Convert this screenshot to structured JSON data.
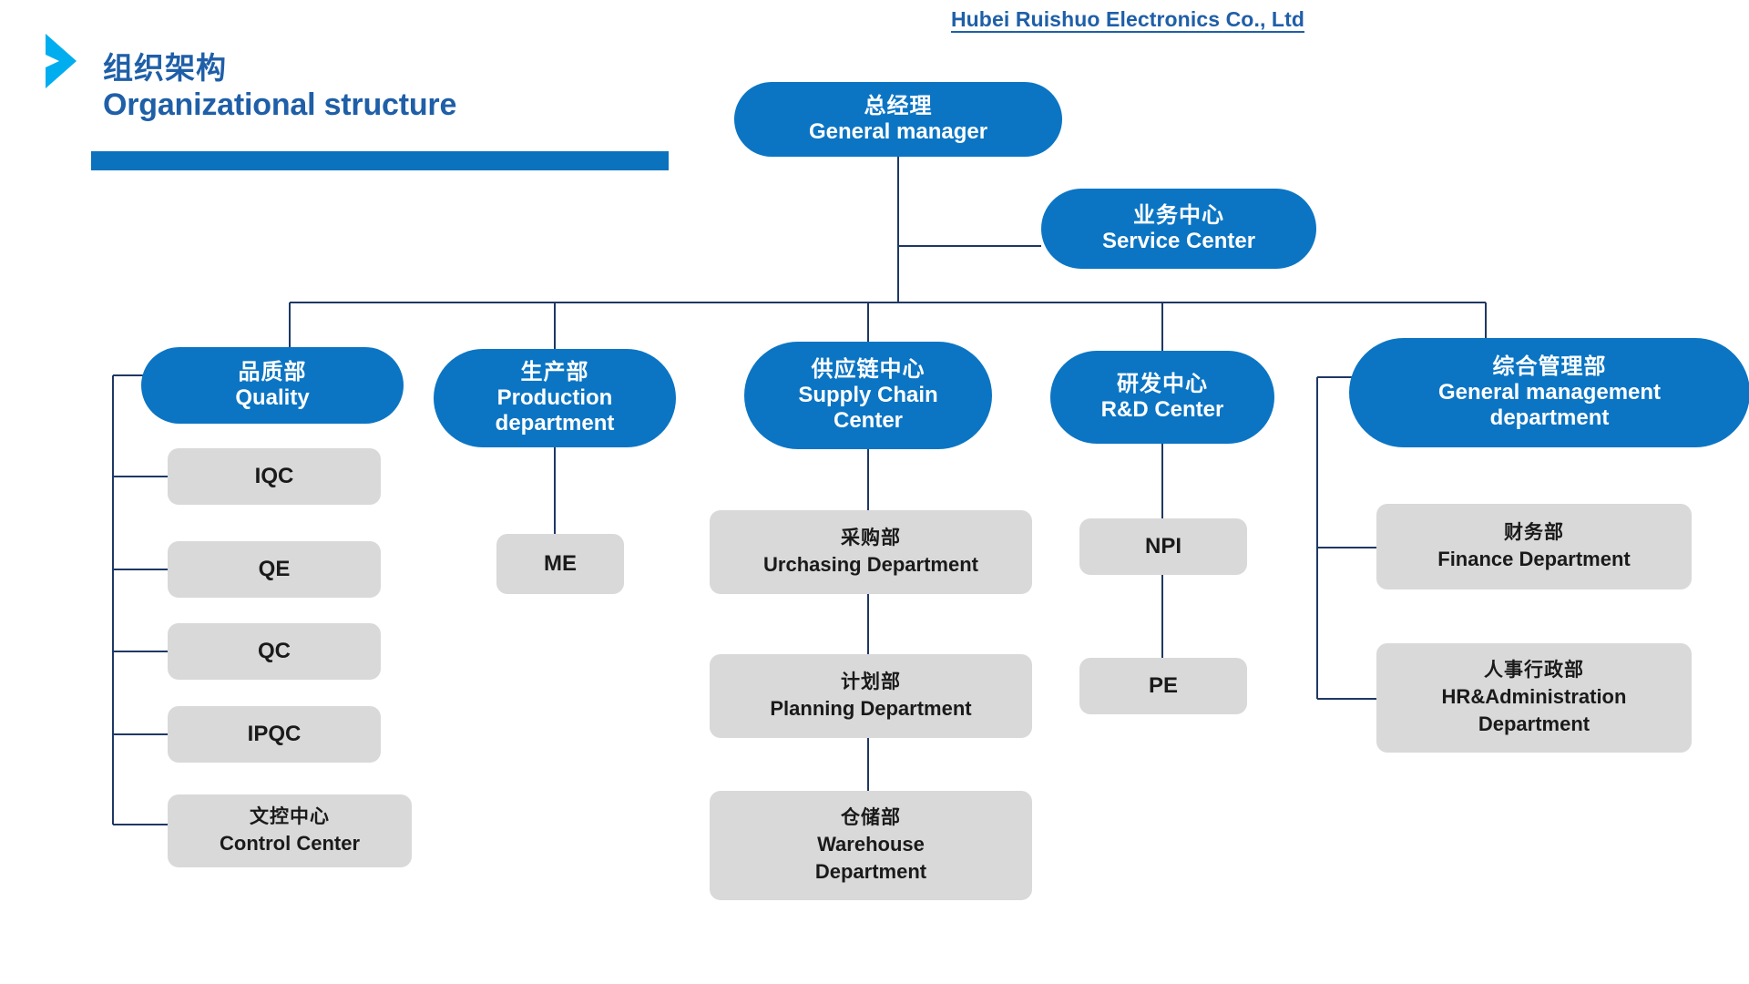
{
  "header": {
    "company_name": "Hubei Ruishuo Electronics Co., Ltd",
    "title_cn": "组织架构",
    "title_en": "Organizational structure",
    "chevron_icon": "chevron-right-icon",
    "accent_blue": "#0B75C4",
    "title_blue": "#1F5FA8",
    "chevron_cyan": "#00AEEF",
    "rule_blue": "#0B72BE",
    "node_gray": "#D9D9D9",
    "connector_navy": "#1F3864"
  },
  "chart_data": {
    "type": "diagram",
    "diagram_type": "org-chart",
    "root": {
      "id": "general-manager",
      "cn": "总经理",
      "en": "General manager",
      "style": "blue"
    },
    "staff": [
      {
        "id": "service-center",
        "cn": "业务中心",
        "en": "Service Center",
        "style": "blue"
      }
    ],
    "departments": [
      {
        "id": "quality",
        "cn": "品质部",
        "en": "Quality",
        "style": "blue",
        "children": [
          {
            "id": "iqc",
            "cn": "",
            "en": "IQC",
            "style": "gray"
          },
          {
            "id": "qe",
            "cn": "",
            "en": "QE",
            "style": "gray"
          },
          {
            "id": "qc",
            "cn": "",
            "en": "QC",
            "style": "gray"
          },
          {
            "id": "ipqc",
            "cn": "",
            "en": "IPQC",
            "style": "gray"
          },
          {
            "id": "control-center",
            "cn": "文控中心",
            "en": "Control Center",
            "style": "gray"
          }
        ]
      },
      {
        "id": "production",
        "cn": "生产部",
        "en": "Production department",
        "style": "blue",
        "children": [
          {
            "id": "me",
            "cn": "",
            "en": "ME",
            "style": "gray"
          }
        ]
      },
      {
        "id": "supply-chain",
        "cn": "供应链中心",
        "en": "Supply Chain Center",
        "style": "blue",
        "children": [
          {
            "id": "purchasing",
            "cn": "采购部",
            "en": "Urchasing Department",
            "style": "gray"
          },
          {
            "id": "planning",
            "cn": "计划部",
            "en": "Planning Department",
            "style": "gray"
          },
          {
            "id": "warehouse",
            "cn": "仓储部",
            "en": "Warehouse Department",
            "style": "gray"
          }
        ]
      },
      {
        "id": "rd-center",
        "cn": "研发中心",
        "en": "R&D Center",
        "style": "blue",
        "children": [
          {
            "id": "npi",
            "cn": "",
            "en": "NPI",
            "style": "gray"
          },
          {
            "id": "pe",
            "cn": "",
            "en": "PE",
            "style": "gray"
          }
        ]
      },
      {
        "id": "general-management",
        "cn": "综合管理部",
        "en": "General management department",
        "style": "blue",
        "children": [
          {
            "id": "finance",
            "cn": "财务部",
            "en": "Finance Department",
            "style": "gray"
          },
          {
            "id": "hr",
            "cn": "人事行政部",
            "en": "HR&Administration Department",
            "style": "gray"
          }
        ]
      }
    ]
  },
  "nodes": {
    "general_manager": {
      "cn": "总经理",
      "en": "General manager"
    },
    "service_center": {
      "cn": "业务中心",
      "en": "Service Center"
    },
    "quality": {
      "cn": "品质部",
      "en": "Quality"
    },
    "production": {
      "cn": "生产部",
      "en_line1": "Production",
      "en_line2": "department"
    },
    "supply_chain": {
      "cn": "供应链中心",
      "en_line1": "Supply Chain",
      "en_line2": "Center"
    },
    "rd_center": {
      "cn": "研发中心",
      "en": "R&D Center"
    },
    "general_mgmt": {
      "cn": "综合管理部",
      "en_line1": "General management",
      "en_line2": "department"
    },
    "iqc": {
      "en": "IQC"
    },
    "qe": {
      "en": "QE"
    },
    "qc": {
      "en": "QC"
    },
    "ipqc": {
      "en": "IPQC"
    },
    "control_center": {
      "cn": "文控中心",
      "en": "Control Center"
    },
    "me": {
      "en": "ME"
    },
    "purchasing": {
      "cn": "采购部",
      "en": "Urchasing Department"
    },
    "planning": {
      "cn": "计划部",
      "en": "Planning Department"
    },
    "warehouse": {
      "cn": "仓储部",
      "en_line1": "Warehouse",
      "en_line2": "Department"
    },
    "npi": {
      "en": "NPI"
    },
    "pe": {
      "en": "PE"
    },
    "finance": {
      "cn": "财务部",
      "en": "Finance Department"
    },
    "hr": {
      "cn": "人事行政部",
      "en_line1": "HR&Administration",
      "en_line2": "Department"
    }
  }
}
